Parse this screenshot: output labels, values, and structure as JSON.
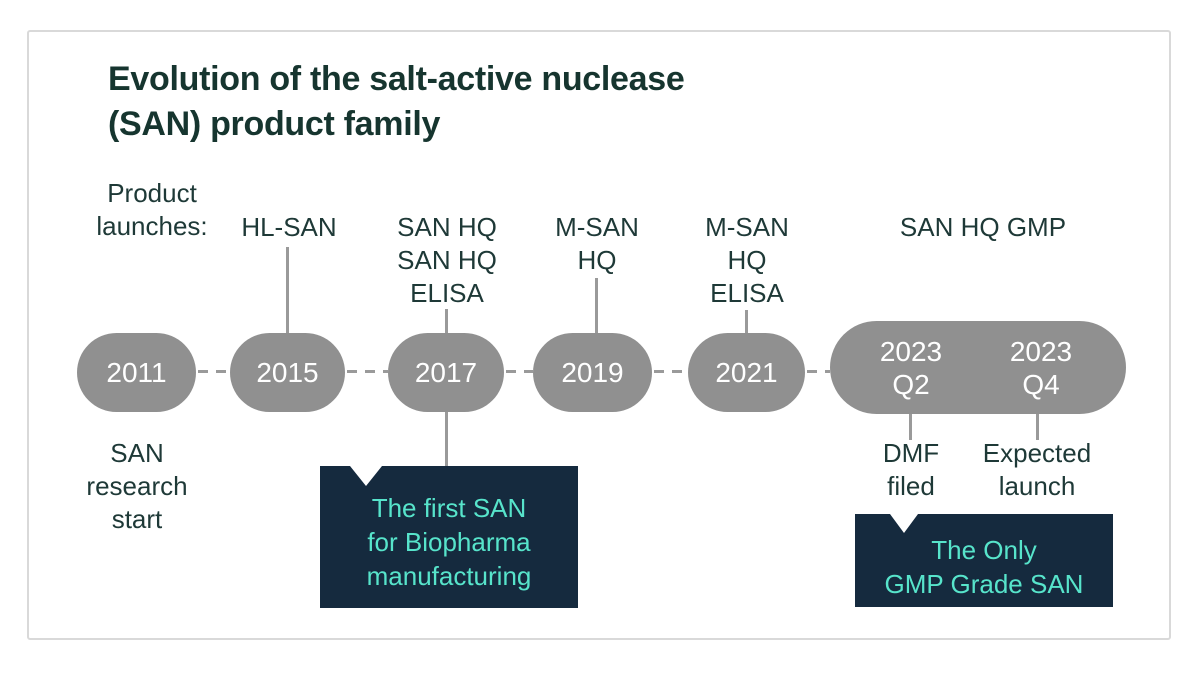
{
  "page": {
    "title": "Evolution of the salt-active nuclease\n(SAN) product family",
    "launch_header": "Product\nlaunches:"
  },
  "timeline": {
    "milestones": [
      {
        "year": "2011",
        "below": "SAN\nresearch\nstart"
      },
      {
        "year": "2015",
        "above": "HL-SAN"
      },
      {
        "year": "2017",
        "above": "SAN HQ\nSAN HQ\nELISA"
      },
      {
        "year": "2019",
        "above": "M-SAN\nHQ"
      },
      {
        "year": "2021",
        "above": "M-SAN\nHQ\nELISA"
      }
    ],
    "gmp": {
      "above": "SAN HQ GMP",
      "q2_year": "2023\nQ2",
      "q2_below": "DMF\nfiled",
      "q4_year": "2023\nQ4",
      "q4_below": "Expected\nlaunch"
    },
    "callouts": {
      "first_san": "The first SAN\nfor Biopharma\nmanufacturing",
      "gmp_grade": "The Only\nGMP Grade SAN"
    }
  },
  "colors": {
    "title_text": "#16352f",
    "label_text": "#1e3937",
    "pill_bg": "#909090",
    "pill_text": "#ffffff",
    "connector": "#9a9a9a",
    "callout_bg": "#152a3e",
    "callout_text": "#57e4cb",
    "card_border": "#d9d9d9"
  }
}
